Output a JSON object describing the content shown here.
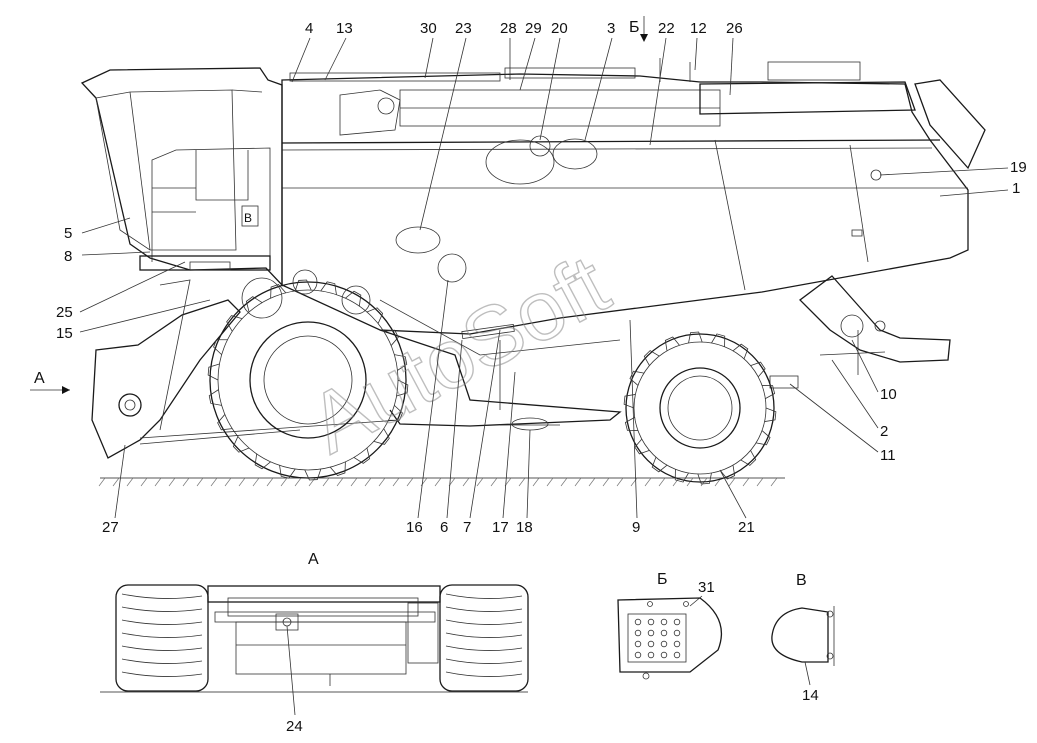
{
  "callouts": [
    "1",
    "2",
    "3",
    "4",
    "5",
    "6",
    "7",
    "8",
    "9",
    "10",
    "11",
    "12",
    "13",
    "14",
    "15",
    "16",
    "17",
    "18",
    "19",
    "20",
    "21",
    "22",
    "23",
    "24",
    "25",
    "26",
    "27",
    "28",
    "29",
    "30",
    "31"
  ],
  "views": {
    "a": "А",
    "b": "Б",
    "v": "В"
  },
  "cab_mark": "В",
  "watermark": "AutoSoft"
}
